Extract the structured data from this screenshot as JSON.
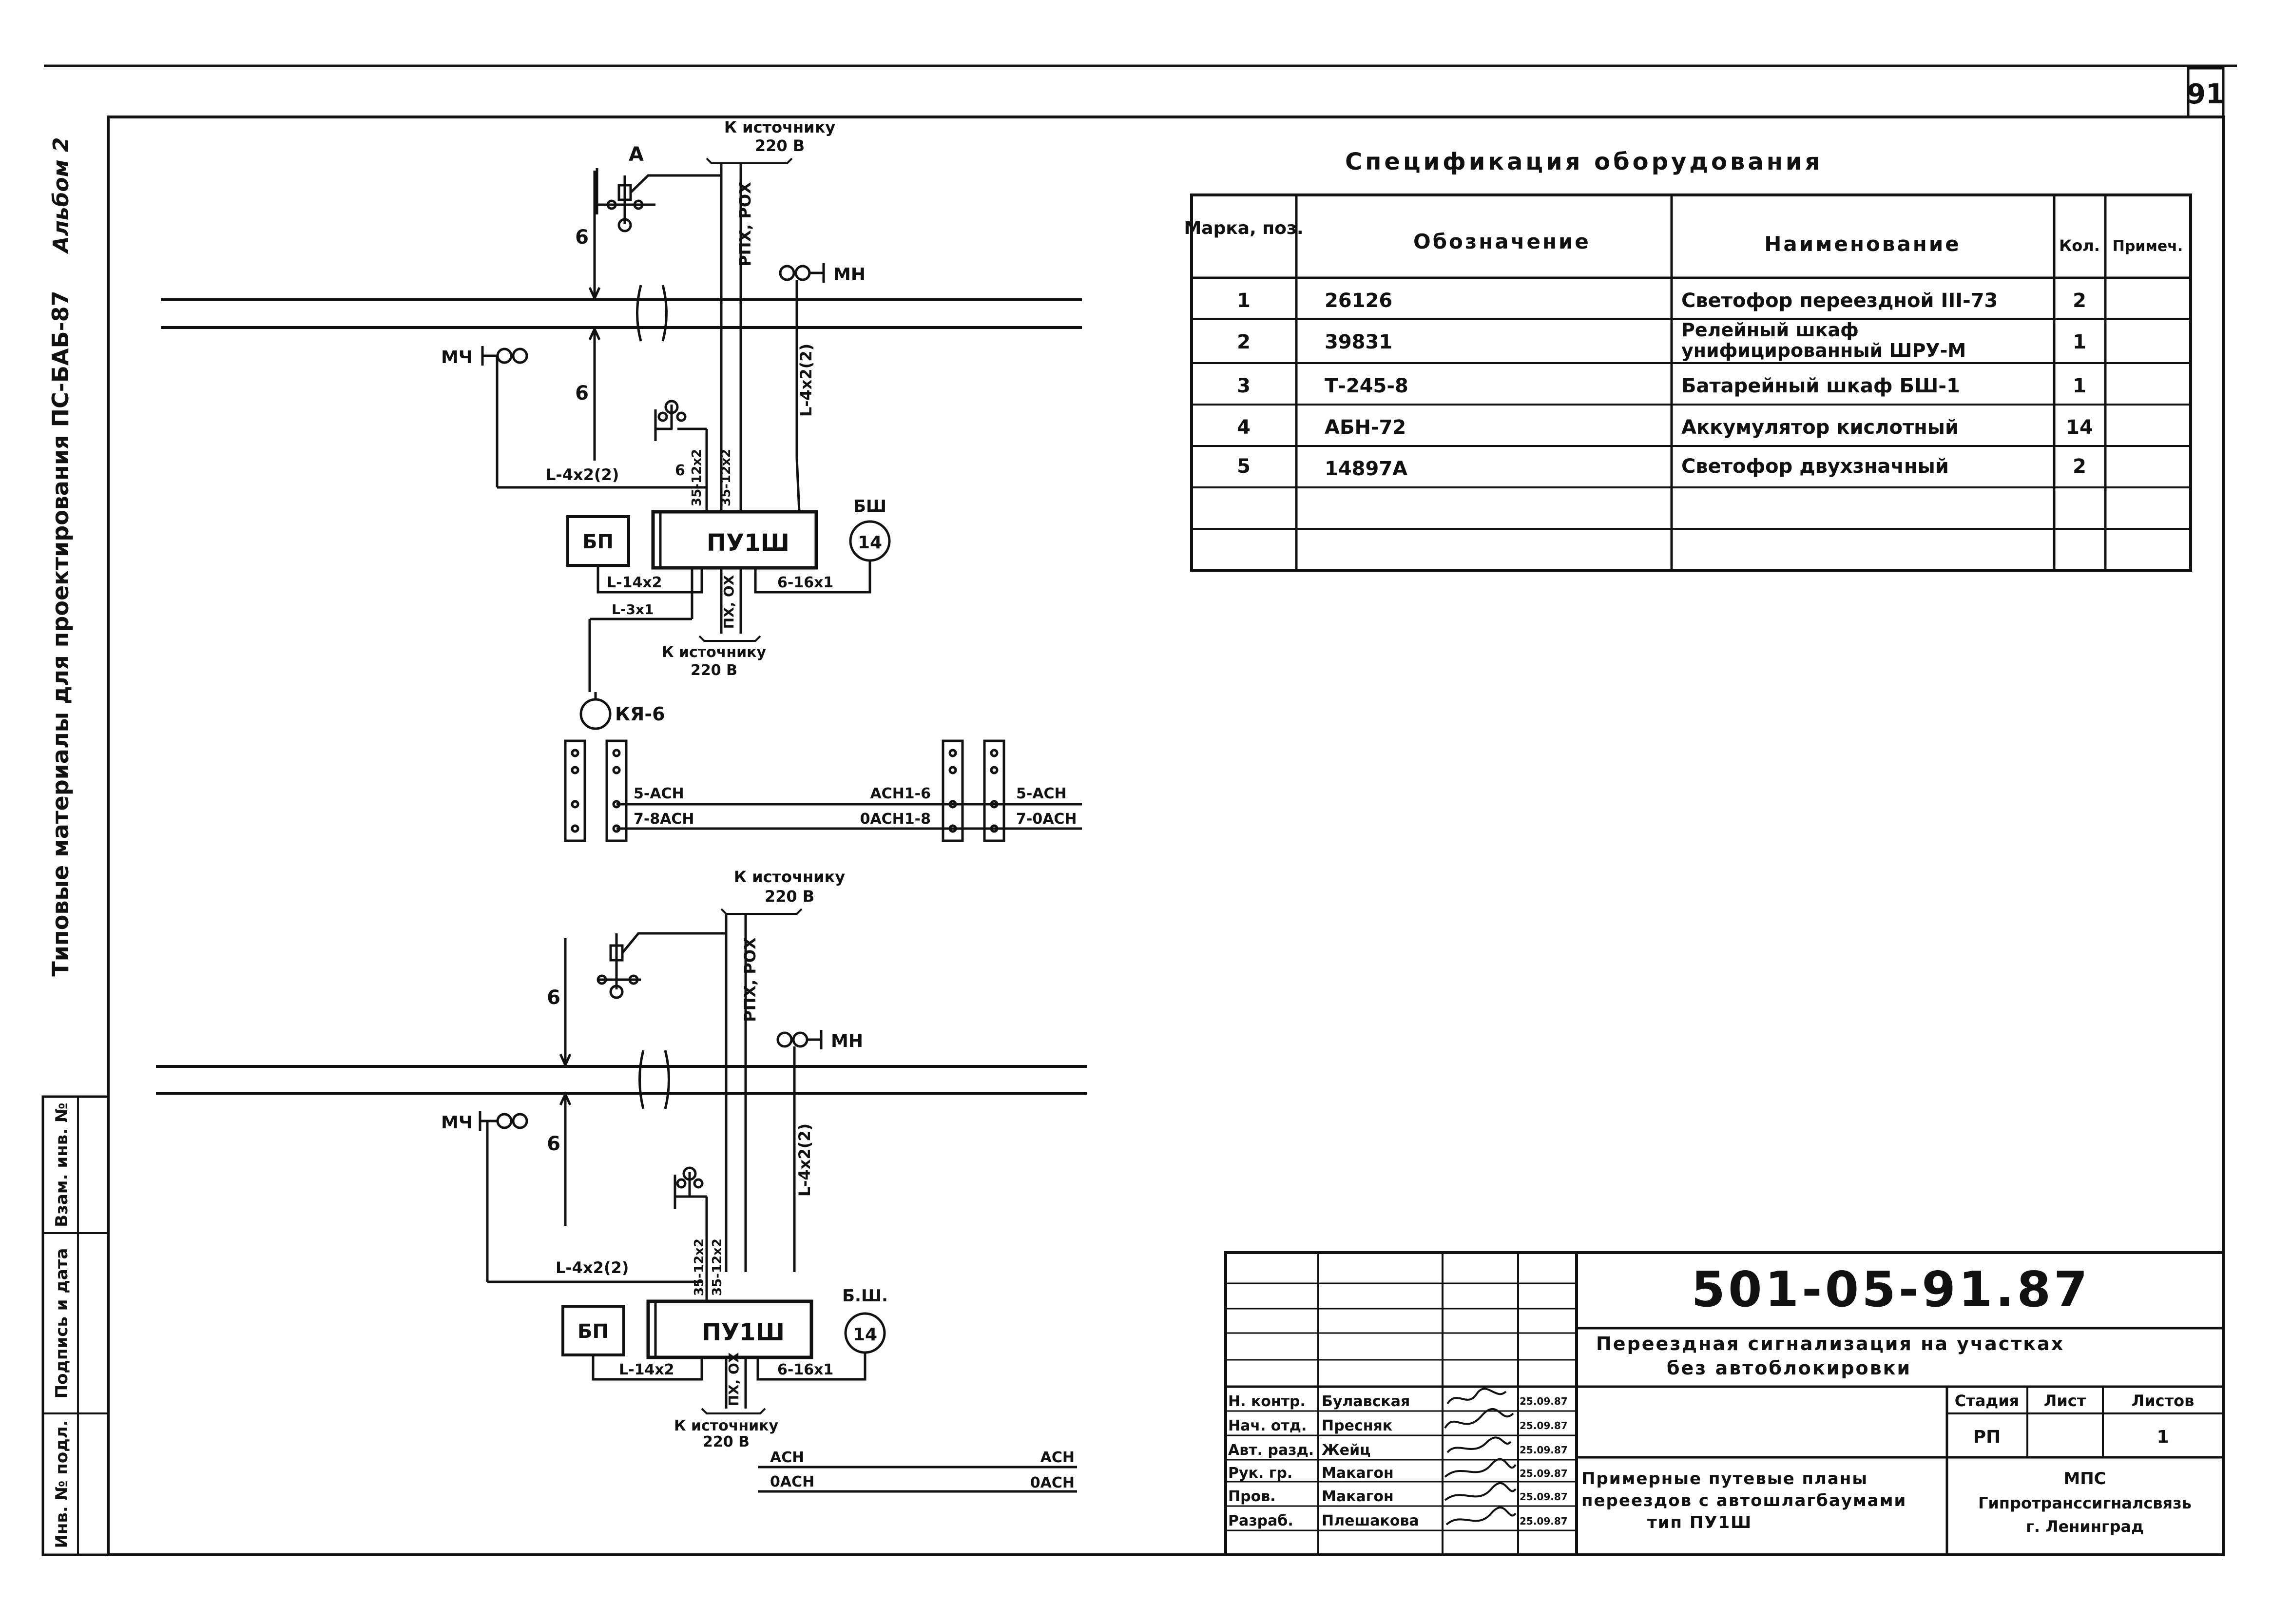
{
  "sheet_number": "91",
  "margin": {
    "album": "Альбом 2",
    "series": "Типовые материалы для проектирования ПС-БАБ-87",
    "stamp_fields": [
      "Взам. инв. №",
      "Подпись и дата",
      "Инв. № подл."
    ]
  },
  "spec": {
    "title": "Спецификация оборудования",
    "headers": [
      "Марка, поз.",
      "Обозначение",
      "Наименование",
      "Кол.",
      "Примеч."
    ],
    "rows": [
      {
        "pos": "1",
        "code": "26126",
        "name1": "Светофор переездной III-73",
        "name2": "",
        "qty": "2",
        "note": ""
      },
      {
        "pos": "2",
        "code": "39831",
        "name1": "Релейный шкаф",
        "name2": "унифицированный ШРУ-М",
        "qty": "1",
        "note": ""
      },
      {
        "pos": "3",
        "code": "Т-245-8",
        "name1": "Батарейный шкаф БШ-1",
        "name2": "",
        "qty": "1",
        "note": ""
      },
      {
        "pos": "4",
        "code": "АБН-72",
        "name1": "Аккумулятор кислотный",
        "name2": "",
        "qty": "14",
        "note": ""
      },
      {
        "pos": "5",
        "code": "14897А",
        "name1": "Светофор двухзначный",
        "name2": "",
        "qty": "2",
        "note": ""
      },
      {
        "pos": "",
        "code": "",
        "name1": "",
        "name2": "",
        "qty": "",
        "note": ""
      },
      {
        "pos": "",
        "code": "",
        "name1": "",
        "name2": "",
        "qty": "",
        "note": ""
      }
    ]
  },
  "diagram_top": {
    "source_label": "К источнику",
    "source_voltage": "220 В",
    "signal_a": "А",
    "cable_rpx": "РПХ, РОХ",
    "mn": "МН",
    "mch": "МЧ",
    "dist1": "6",
    "dist2": "6",
    "cable_l4x2_right": "L-4х2(2)",
    "cable_l4x2_left": "L-4х2(2)",
    "cable_35a": "35-12х2",
    "cable_35b": "35-12х2",
    "small_6": "6",
    "bp": "БП",
    "puish": "ПУ1Ш",
    "bsh": "БШ",
    "num14": "14",
    "cable_l14": "L-14х2",
    "cable_l3": "L-3х1",
    "cable_px": "ПХ, ОХ",
    "cable_6_16": "6-16х1",
    "source_label_b": "К источнику",
    "source_voltage_b": "220 В",
    "kya": "КЯ-6",
    "asn_left_1": "5-АСН",
    "asn_left_2": "7-8АСН",
    "asn_mid_1": "АСН1-6",
    "asn_mid_2": "0АСН1-8",
    "asn_right_1": "5-АСН",
    "asn_right_2": "7-0АСН"
  },
  "diagram_bottom": {
    "source_label": "К источнику",
    "source_voltage": "220 В",
    "cable_rpx": "РПХ, РОХ",
    "mn": "МН",
    "mch": "МЧ",
    "dist1": "6",
    "dist2": "6",
    "cable_l4x2_right": "L-4х2(2)",
    "cable_l4x2_left": "L-4х2(2)",
    "cable_35a": "35-12х2",
    "cable_35b": "35-12х2",
    "bp": "БП",
    "puish": "ПУ1Ш",
    "bsh": "Б.Ш.",
    "num14": "14",
    "cable_l14": "L-14х2",
    "cable_px": "ПХ, ОХ",
    "cable_6_16": "6-16х1",
    "source_label_b": "К источнику",
    "source_voltage_b": "220 В",
    "asn_1": "АСН",
    "asn_2": "0АСН",
    "asn_3": "АСН",
    "asn_4": "0АСН"
  },
  "title_block": {
    "doc_number": "501-05-91.87",
    "title1": "Переездная сигнализация на участках",
    "title2": "без автоблокировки",
    "stage_header": "Стадия",
    "sheet_header": "Лист",
    "sheets_header": "Листов",
    "stage": "РП",
    "sheet": "",
    "sheets": "1",
    "drawing_title1": "Примерные путевые планы",
    "drawing_title2": "переездов с автошлагбаумами",
    "drawing_title3": "тип ПУ1Ш",
    "org1": "МПС",
    "org2": "Гипротранссигналсвязь",
    "org3": "г. Ленинград",
    "people": [
      {
        "role": "Н. контр.",
        "name": "Булавская",
        "date": "25.09.87"
      },
      {
        "role": "Нач. отд.",
        "name": "Пресняк",
        "date": "25.09.87"
      },
      {
        "role": "Авт. разд.",
        "name": "Жейц",
        "date": "25.09.87"
      },
      {
        "role": "Рук. гр.",
        "name": "Макагон",
        "date": "25.09.87"
      },
      {
        "role": "Пров.",
        "name": "Макагон",
        "date": "25.09.87"
      },
      {
        "role": "Разраб.",
        "name": "Плешакова",
        "date": "25.09.87"
      }
    ]
  }
}
